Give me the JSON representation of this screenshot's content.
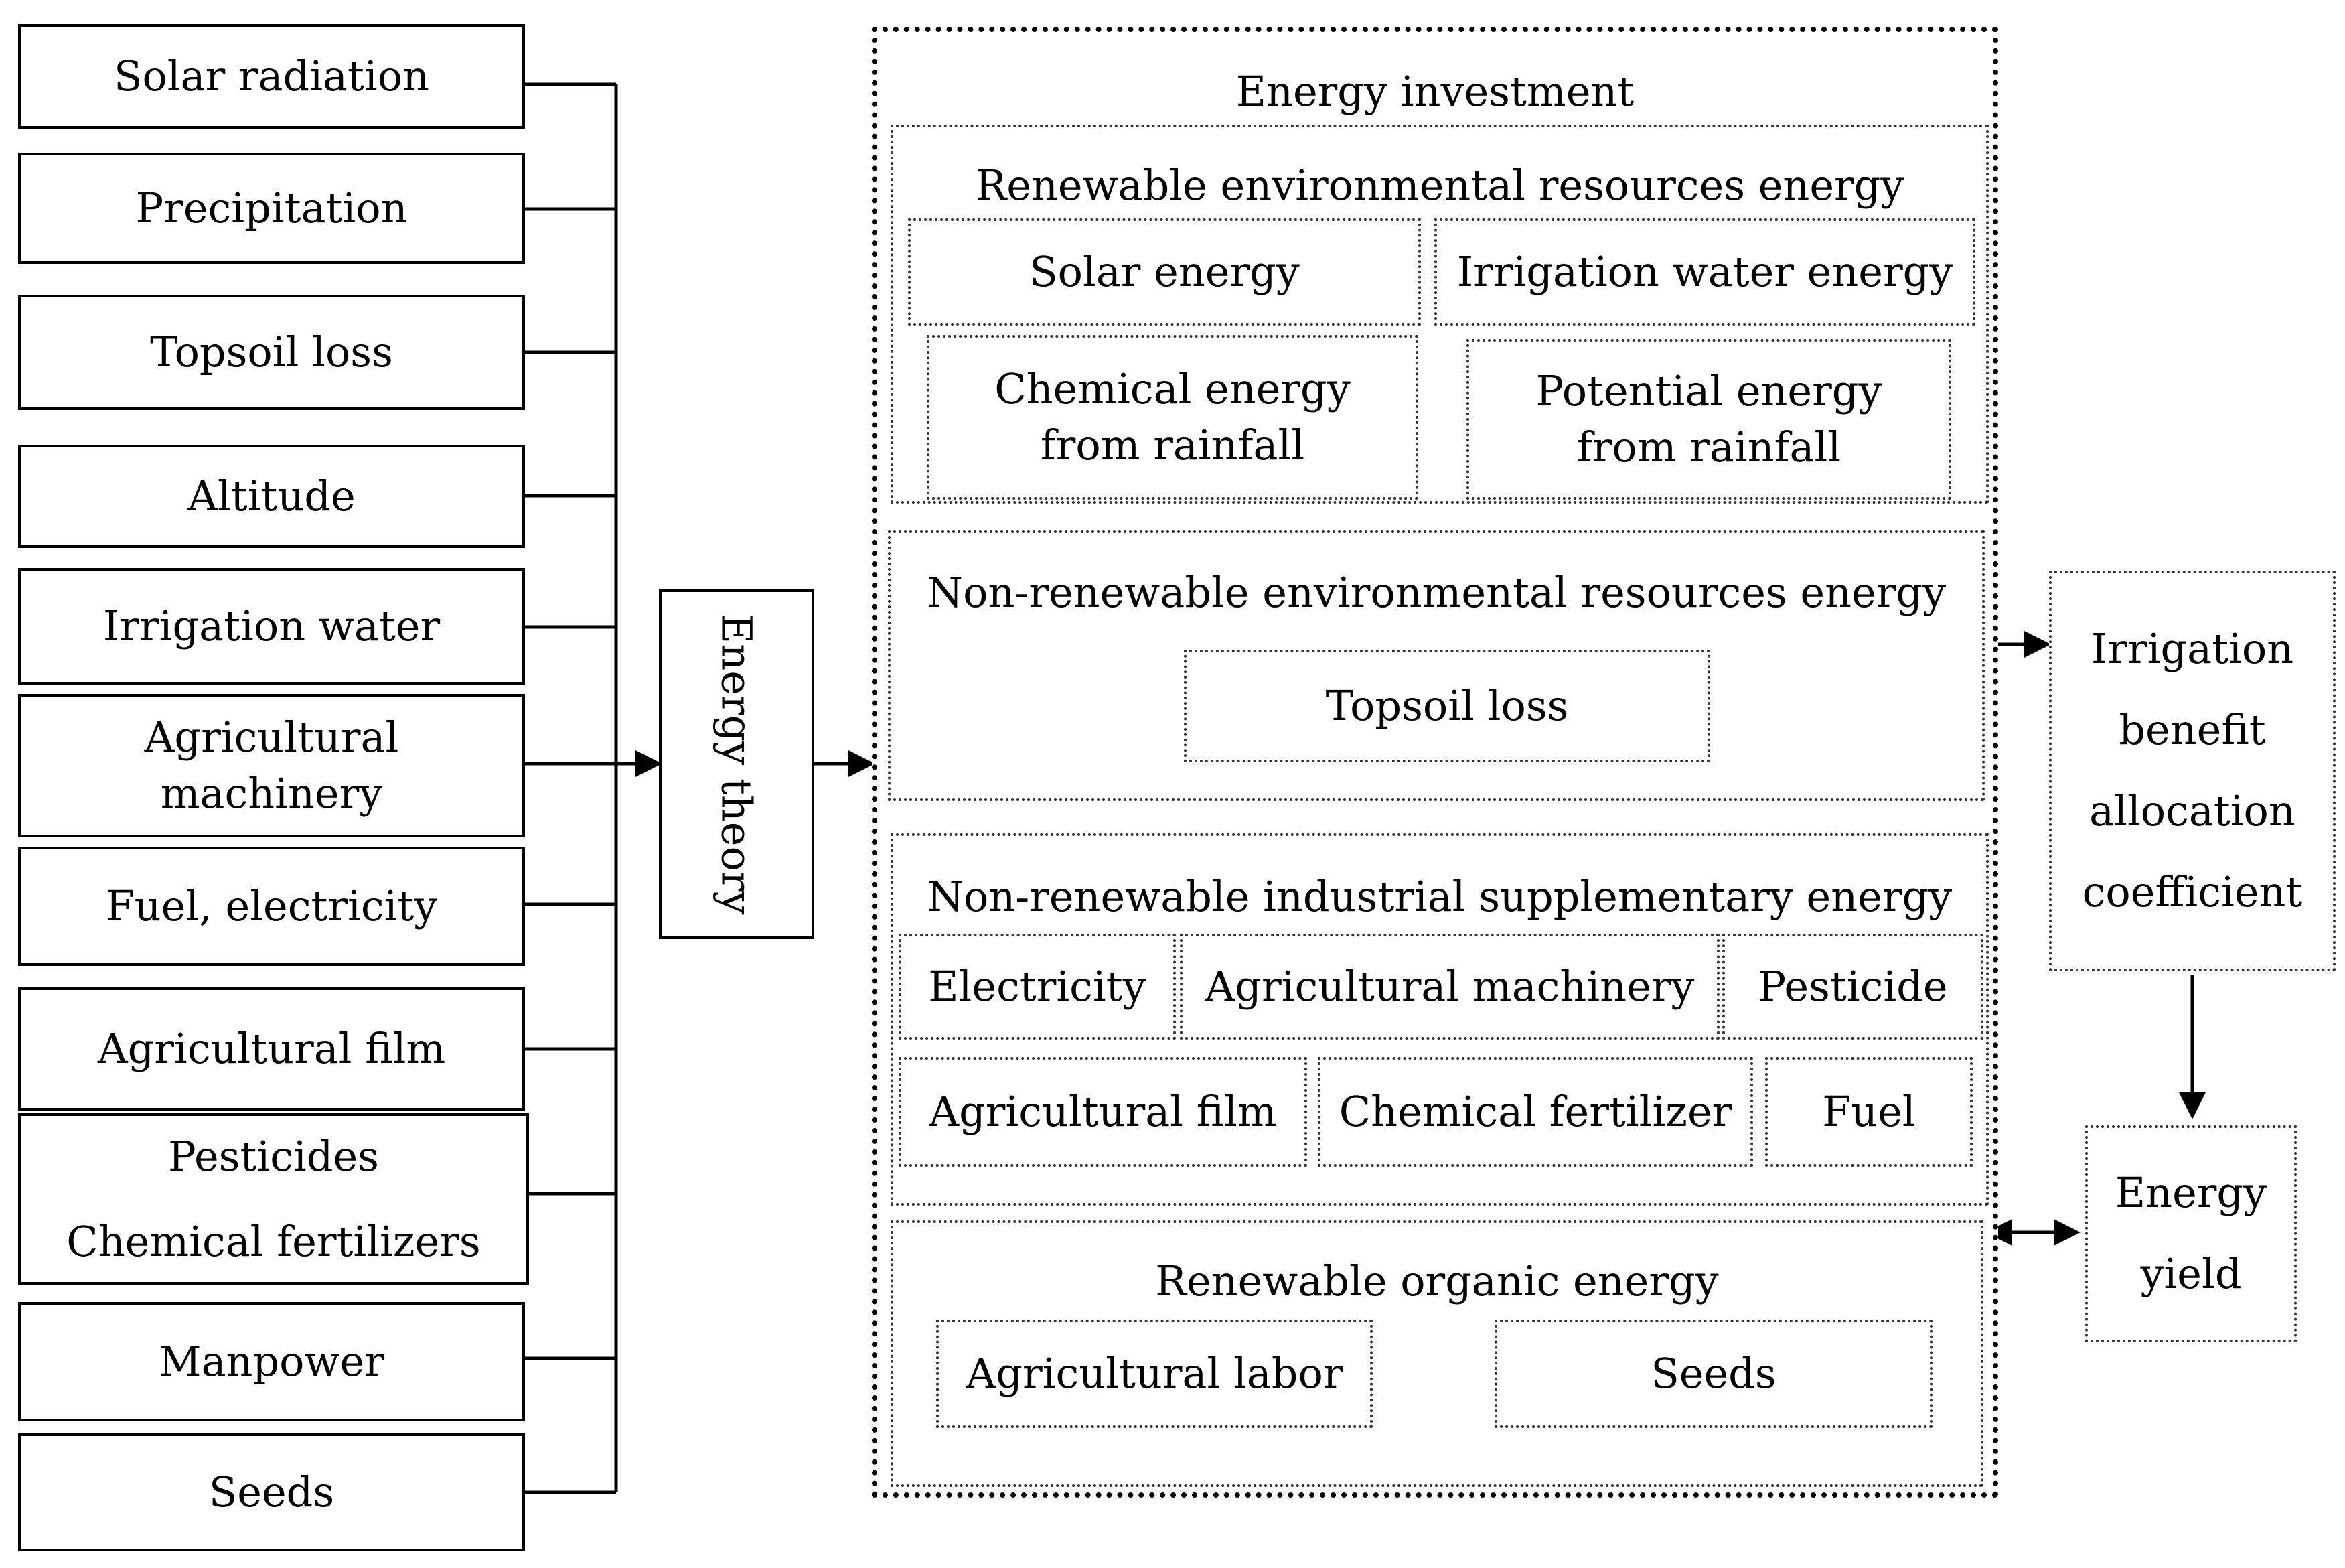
{
  "inputs": [
    "Solar radiation",
    "Precipitation",
    "Topsoil loss",
    "Altitude",
    "Irrigation water",
    "Agricultural\nmachinery",
    "Fuel, electricity",
    "Agricultural film",
    "Pesticides\nChemical fertilizers",
    "Manpower",
    "Seeds"
  ],
  "energy_theory": "Energy theory",
  "energy_investment": {
    "title": "Energy investment",
    "renewable_env": {
      "title": "Renewable environmental resources energy",
      "items": [
        "Solar energy",
        "Irrigation water energy",
        "Chemical energy\nfrom rainfall",
        "Potential energy\nfrom rainfall"
      ]
    },
    "nonrenewable_env": {
      "title": "Non-renewable environmental resources energy",
      "items": [
        "Topsoil loss"
      ]
    },
    "nonrenewable_ind": {
      "title": "Non-renewable industrial supplementary energy",
      "items": [
        "Electricity",
        "Agricultural machinery",
        "Pesticide",
        "Agricultural film",
        "Chemical fertilizer",
        "Fuel"
      ]
    },
    "renewable_org": {
      "title": "Renewable organic energy",
      "items": [
        "Agricultural labor",
        "Seeds"
      ]
    }
  },
  "irrigation_coefficient": "Irrigation\nbenefit\nallocation\ncoefficient",
  "energy_yield": "Energy\nyield"
}
